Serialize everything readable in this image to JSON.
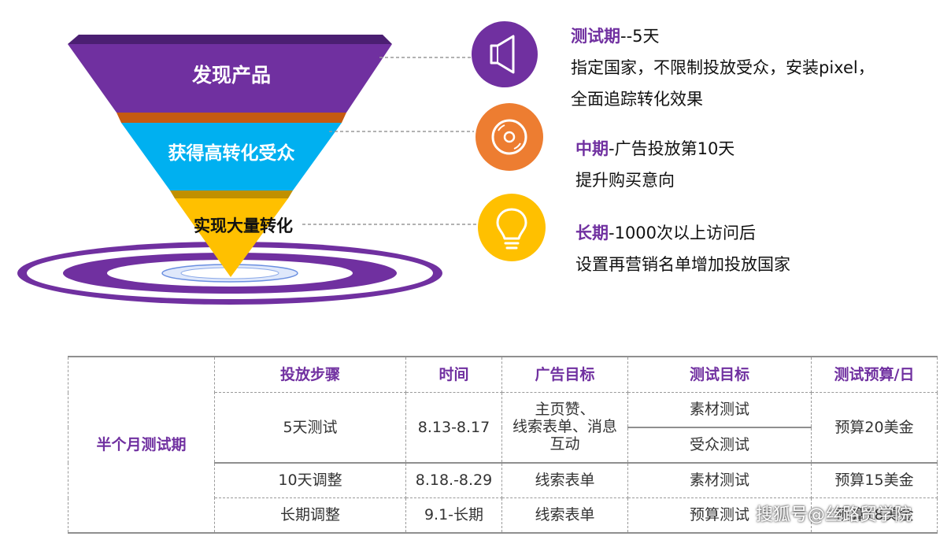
{
  "funnel": {
    "stages": [
      {
        "label": "发现产品",
        "color": "#7030a0",
        "icon": "megaphone-icon"
      },
      {
        "label": "获得高转化受众",
        "color": "#00b0f0",
        "icon": "disc-icon"
      },
      {
        "label": "实现大量转化",
        "color": "#ffc000",
        "icon": "lightbulb-icon"
      }
    ],
    "ring_color": "#7030a0",
    "icon_colors": [
      "#7030a0",
      "#ed7d31",
      "#ffc000"
    ]
  },
  "stages_text": [
    {
      "title": "测试期",
      "suffix": "--5天",
      "lines": [
        "指定国家，不限制投放受众，安装pixel，",
        "全面追踪转化效果"
      ]
    },
    {
      "title": "中期",
      "suffix": "-广告投放第10天",
      "lines": [
        "提升购买意向"
      ]
    },
    {
      "title": "长期",
      "suffix": "-1000次以上访问后",
      "lines": [
        "设置再营销名单增加投放国家"
      ]
    }
  ],
  "table": {
    "period": "半个月测试期",
    "headers": [
      "投放步骤",
      "时间",
      "广告目标",
      "测试目标",
      "测试预算/日"
    ],
    "row1": {
      "step": "5天测试",
      "time": "8.13-8.17",
      "goal_lines": [
        "主页赞、",
        "线索表单、消息",
        "互动"
      ],
      "test_a": "素材测试",
      "test_b": "受众测试",
      "budget": "预算20美金"
    },
    "row2": {
      "step": "10天调整",
      "time": "8.18.-8.29",
      "goal": "线索表单",
      "test": "素材测试",
      "budget": "预算15美金"
    },
    "row3": {
      "step": "长期调整",
      "time": "9.1-长期",
      "goal": "线索表单",
      "test": "预算测试",
      "budget": "预算18美金"
    }
  },
  "watermark": "搜狐号@丝路贸学院"
}
